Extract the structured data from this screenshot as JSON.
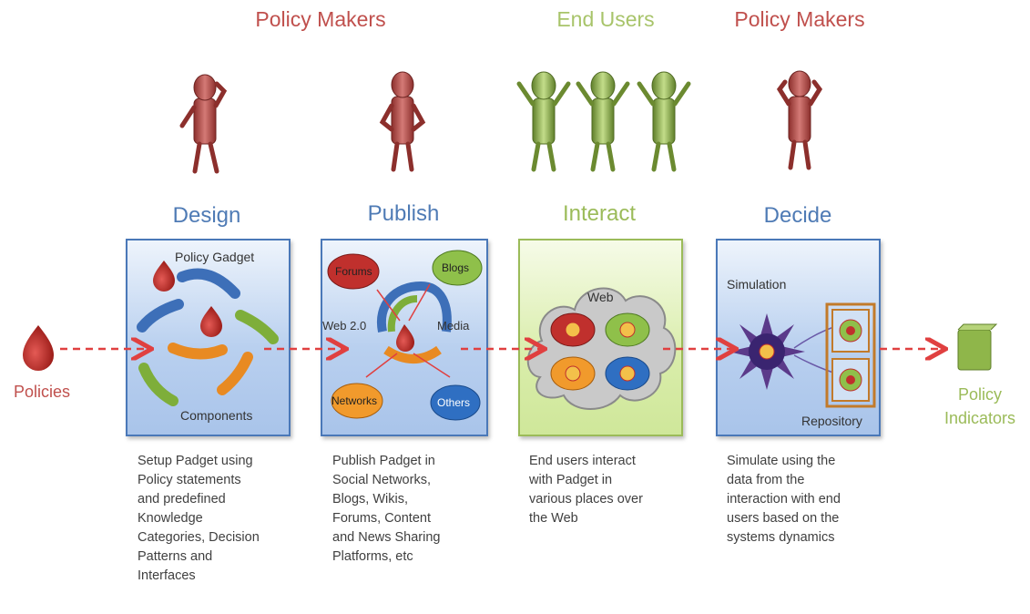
{
  "roles": {
    "left": "Policy Makers",
    "middle": "End Users",
    "right": "Policy Makers"
  },
  "stages": {
    "design": "Design",
    "publish": "Publish",
    "interact": "Interact",
    "decide": "Decide"
  },
  "inputs": {
    "policies": "Policies"
  },
  "outputs": {
    "line1": "Policy",
    "line2": "Indicators"
  },
  "design_panel": {
    "top": "Policy Gadget",
    "bottom": "Components"
  },
  "publish_panel": {
    "center": "Web 2.0",
    "media": "Media",
    "tl": "Forums",
    "tr": "Blogs",
    "bl": "Networks",
    "br": "Others"
  },
  "interact_panel": {
    "cloud": "Web"
  },
  "decide_panel": {
    "top": "Simulation",
    "bottom": "Repository"
  },
  "descriptions": {
    "design": [
      "Setup Padget using",
      "Policy statements",
      "and predefined",
      "Knowledge",
      "Categories, Decision",
      "Patterns and",
      "Interfaces"
    ],
    "publish": [
      "Publish Padget in",
      "Social Networks,",
      "Blogs, Wikis,",
      "Forums, Content",
      "and News Sharing",
      "Platforms, etc"
    ],
    "interact": [
      "End users interact",
      "with Padget in",
      "various places over",
      "the Web"
    ],
    "decide": [
      "Simulate using the",
      "data from the",
      "interaction with end",
      "users based on the",
      "systems dynamics"
    ]
  },
  "colors": {
    "policy_maker": "#c0504d",
    "end_user": "#9bbb59",
    "stage": "#4f7bb5",
    "arrow": "#e04040"
  }
}
